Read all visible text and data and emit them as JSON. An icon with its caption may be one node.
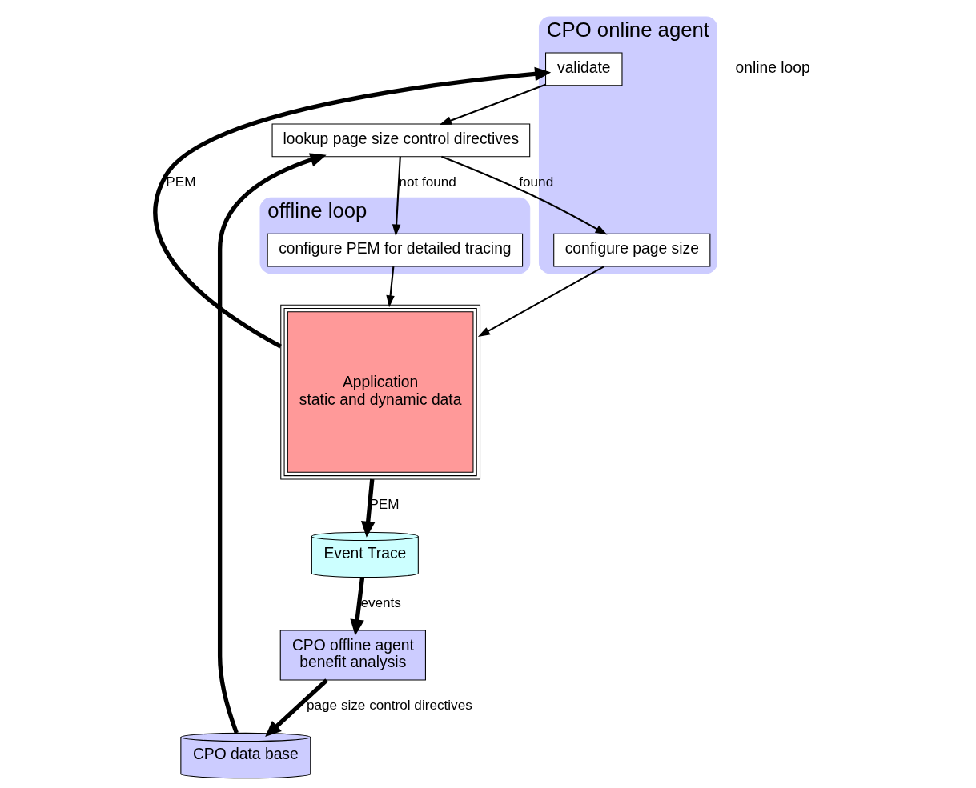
{
  "diagram": {
    "nodes": [
      {
        "text": [
          "CPO online agent"
        ]
      },
      {
        "text": [
          "validate"
        ],
        "in": 0
      },
      {
        "text": [
          "lookup page size control directives"
        ]
      },
      {
        "text": [
          "configure page size"
        ],
        "in": 0
      },
      {
        "text": [
          "offline loop"
        ]
      },
      {
        "text": [
          "configure PEM for detailed tracing"
        ],
        "in": 4
      },
      {
        "text": [
          "Application",
          "static and dynamic data"
        ]
      },
      {
        "text": [
          "CPO data base"
        ]
      },
      {
        "text": [
          "CPO offline agent",
          "benefit analysis"
        ]
      },
      {
        "text": [
          "Event Trace"
        ]
      }
    ],
    "edges": [
      {
        "from": 6,
        "to": 1,
        "arrow": "to",
        "label": "PEM",
        "style": "thick"
      },
      {
        "from": 1,
        "to": 2,
        "arrow": "to"
      },
      {
        "from": 2,
        "to": 3,
        "arrow": "to",
        "label": "found"
      },
      {
        "from": 2,
        "to": 5,
        "arrow": "to",
        "label": "not found"
      },
      {
        "from": 3,
        "to": 6,
        "arrow": "to"
      },
      {
        "from": 5,
        "to": 6,
        "arrow": "to"
      },
      {
        "from": 6,
        "to": 9,
        "arrow": "to",
        "label": "PEM",
        "style": "thick"
      },
      {
        "from": 9,
        "to": 8,
        "arrow": "to",
        "label": "events",
        "style": "thick"
      },
      {
        "from": 8,
        "to": 7,
        "arrow": "to",
        "label": "page size control directives",
        "style": "thick"
      },
      {
        "from": 7,
        "to": 2,
        "arrow": "to",
        "style": "thick"
      }
    ],
    "labels": [
      "online loop"
    ]
  }
}
